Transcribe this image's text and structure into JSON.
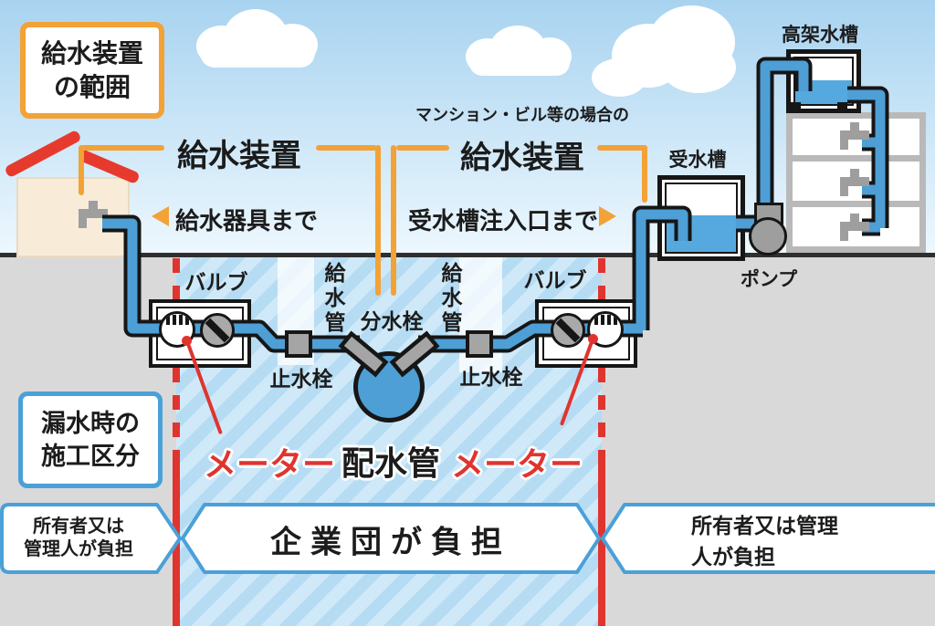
{
  "legend_box": {
    "line1": "給水装置",
    "line2": "の範囲"
  },
  "leak_box": {
    "line1": "漏水時の",
    "line2": "施工区分"
  },
  "top": {
    "house_system_label": "給水装置",
    "mansion_case_note": "マンション・ビル等の場合の",
    "mansion_system_label": "給水装置",
    "to_fixture": "給水器具まで",
    "to_tank_inlet": "受水槽注入口まで"
  },
  "facilities": {
    "receiving_tank": "受水槽",
    "elevated_tank": "高架水槽",
    "pump": "ポンプ"
  },
  "underground": {
    "valve_left": "バルブ",
    "valve_right": "バルブ",
    "supply_pipe_left": "給水管",
    "supply_pipe_right": "給水管",
    "tapping_valve": "分水栓",
    "stop_valve_left": "止水栓",
    "stop_valve_right": "止水栓",
    "meter_left": "メーター",
    "meter_right": "メーター",
    "distribution_main": "配水管"
  },
  "banners": {
    "left_line1": "所有者又は",
    "left_line2": "管理人が負担",
    "center": "企業団が負担",
    "right": "所有者又は管理人が負担"
  },
  "colors": {
    "accent_orange": "#f2a237",
    "pipe_blue": "#4d9fd6",
    "marker_red": "#e0342f",
    "banner_border_blue": "#4aa0d8",
    "roof_red": "#e73a2e",
    "water_blue": "#55a9de"
  }
}
